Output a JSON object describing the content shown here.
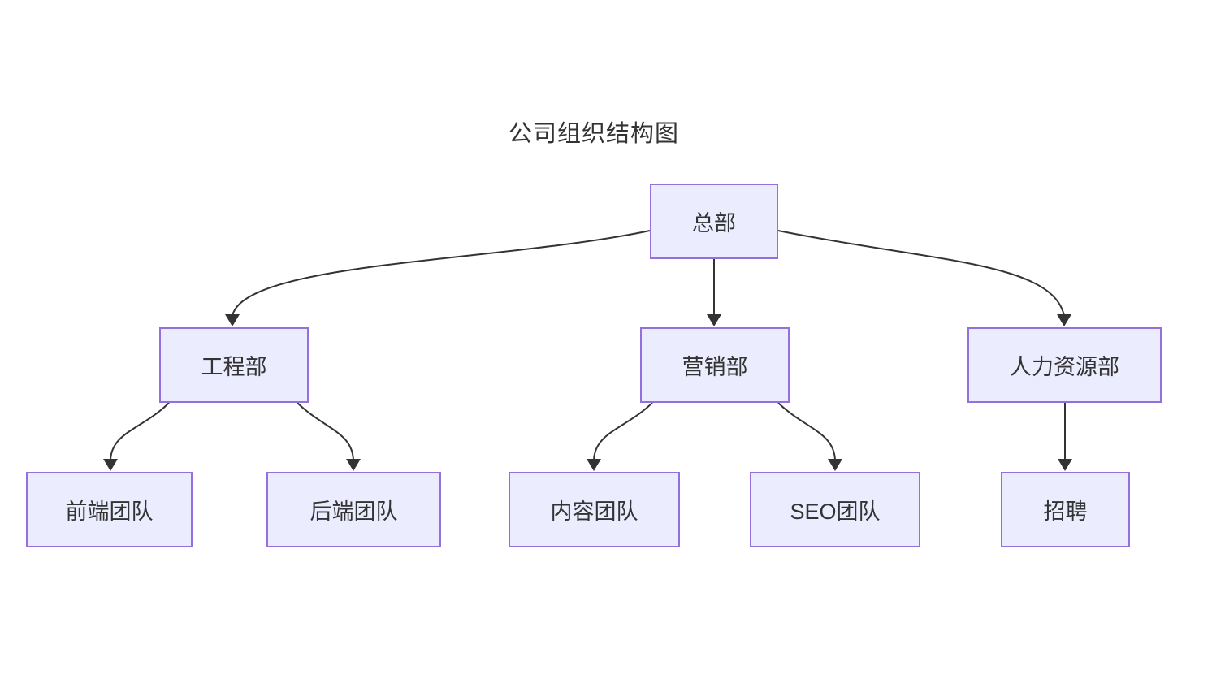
{
  "diagram": {
    "title": "公司组织结构图",
    "type": "flowchart-org-chart",
    "nodes": {
      "headquarters": {
        "label": "总部"
      },
      "engineering": {
        "label": "工程部"
      },
      "marketing": {
        "label": "营销部"
      },
      "hr": {
        "label": "人力资源部"
      },
      "frontend": {
        "label": "前端团队"
      },
      "backend": {
        "label": "后端团队"
      },
      "content": {
        "label": "内容团队"
      },
      "seo": {
        "label": "SEO团队"
      },
      "recruiting": {
        "label": "招聘"
      }
    },
    "edges": [
      {
        "from": "总部",
        "to": "工程部"
      },
      {
        "from": "总部",
        "to": "营销部"
      },
      {
        "from": "总部",
        "to": "人力资源部"
      },
      {
        "from": "工程部",
        "to": "前端团队"
      },
      {
        "from": "工程部",
        "to": "后端团队"
      },
      {
        "from": "营销部",
        "to": "内容团队"
      },
      {
        "from": "营销部",
        "to": "SEO团队"
      },
      {
        "from": "人力资源部",
        "to": "招聘"
      }
    ],
    "colors": {
      "node_fill": "#ECECFF",
      "node_border": "#9370DB",
      "edge": "#333333",
      "text": "#333333",
      "background": "#FFFFFF"
    }
  }
}
